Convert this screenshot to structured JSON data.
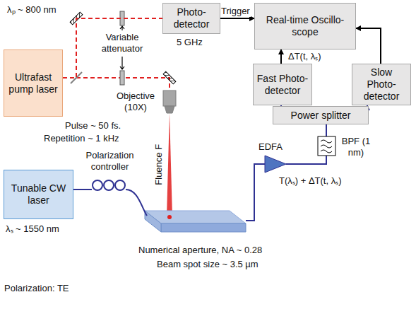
{
  "diagram": {
    "nodes": [
      {
        "text": [
          "Ultrafast pump laser"
        ]
      },
      {
        "text": [
          "Photo-detector"
        ]
      },
      {
        "text": [
          "Real-time Oscillo-scope"
        ]
      },
      {
        "text": [
          "Fast Photo-detector"
        ]
      },
      {
        "text": [
          "Slow Photo-detector"
        ]
      },
      {
        "text": [
          "Power splitter"
        ]
      },
      {
        "text": [
          "Tunable CW laser"
        ]
      }
    ],
    "edges": [
      {
        "from": 0,
        "to": 1,
        "arrow": "none"
      },
      {
        "from": 1,
        "to": 2,
        "label": "Trigger",
        "arrow": "to"
      },
      {
        "from": 3,
        "to": 2,
        "arrow": "to"
      },
      {
        "from": 4,
        "to": 2,
        "arrow": "to"
      },
      {
        "from": 5,
        "to": 3,
        "arrow": "to"
      },
      {
        "from": 5,
        "to": 4,
        "arrow": "to"
      }
    ],
    "labels": [
      "λₚ ~ 800 nm",
      "Pulse ~ 50 fs.",
      "Repetition ~ 1 kHz",
      "Variable attenuator",
      "5 GHz",
      "Objective (10X)",
      "Fluence F",
      "Polarization controller",
      "λₛ ~ 1550 nm",
      "EDFA",
      "BPF (1 nm)",
      "T(λₛ) + ΔT(t, λₛ)",
      "ΔT(t, λₛ)",
      "Numerical aperture, NA ~ 0.28",
      "Beam spot size ~ 3.5 µm",
      "Polarization: TE"
    ]
  }
}
